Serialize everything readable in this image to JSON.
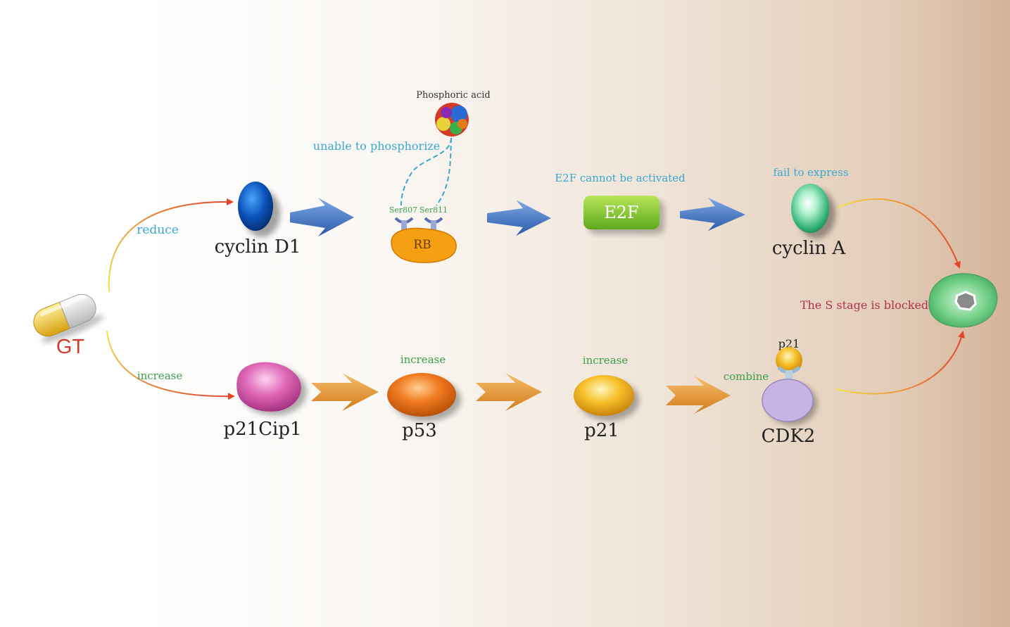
{
  "drug": {
    "label": "GT"
  },
  "edges": {
    "reduce": "reduce",
    "increase": "increase"
  },
  "top_pathway": {
    "cyclin_d1": "cyclin D1",
    "phosphoric_acid": "Phosphoric acid",
    "unable_to_phosphorize": "unable to phosphorize",
    "ser807": "Ser807",
    "ser811": "Ser811",
    "rb": "RB",
    "e2f_note": "E2F cannot be activated",
    "e2f": "E2F",
    "fail_to_express": "fail to express",
    "cyclin_a": "cyclin A"
  },
  "bottom_pathway": {
    "p21cip1": "p21Cip1",
    "increase_1": "increase",
    "p53": "p53",
    "increase_2": "increase",
    "p21": "p21",
    "combine": "combine",
    "p21_bound": "p21",
    "cdk2": "CDK2"
  },
  "outcome": {
    "label": "The S stage is blocked"
  },
  "colors": {
    "blue_text": "#3aa7d1",
    "green_text": "#3a9e4b",
    "outcome_text": "#b0304e",
    "gt_text": "#d23a2a",
    "blue_arrow": "#3f6fc0",
    "orange_arrow": "#e39a2a"
  }
}
